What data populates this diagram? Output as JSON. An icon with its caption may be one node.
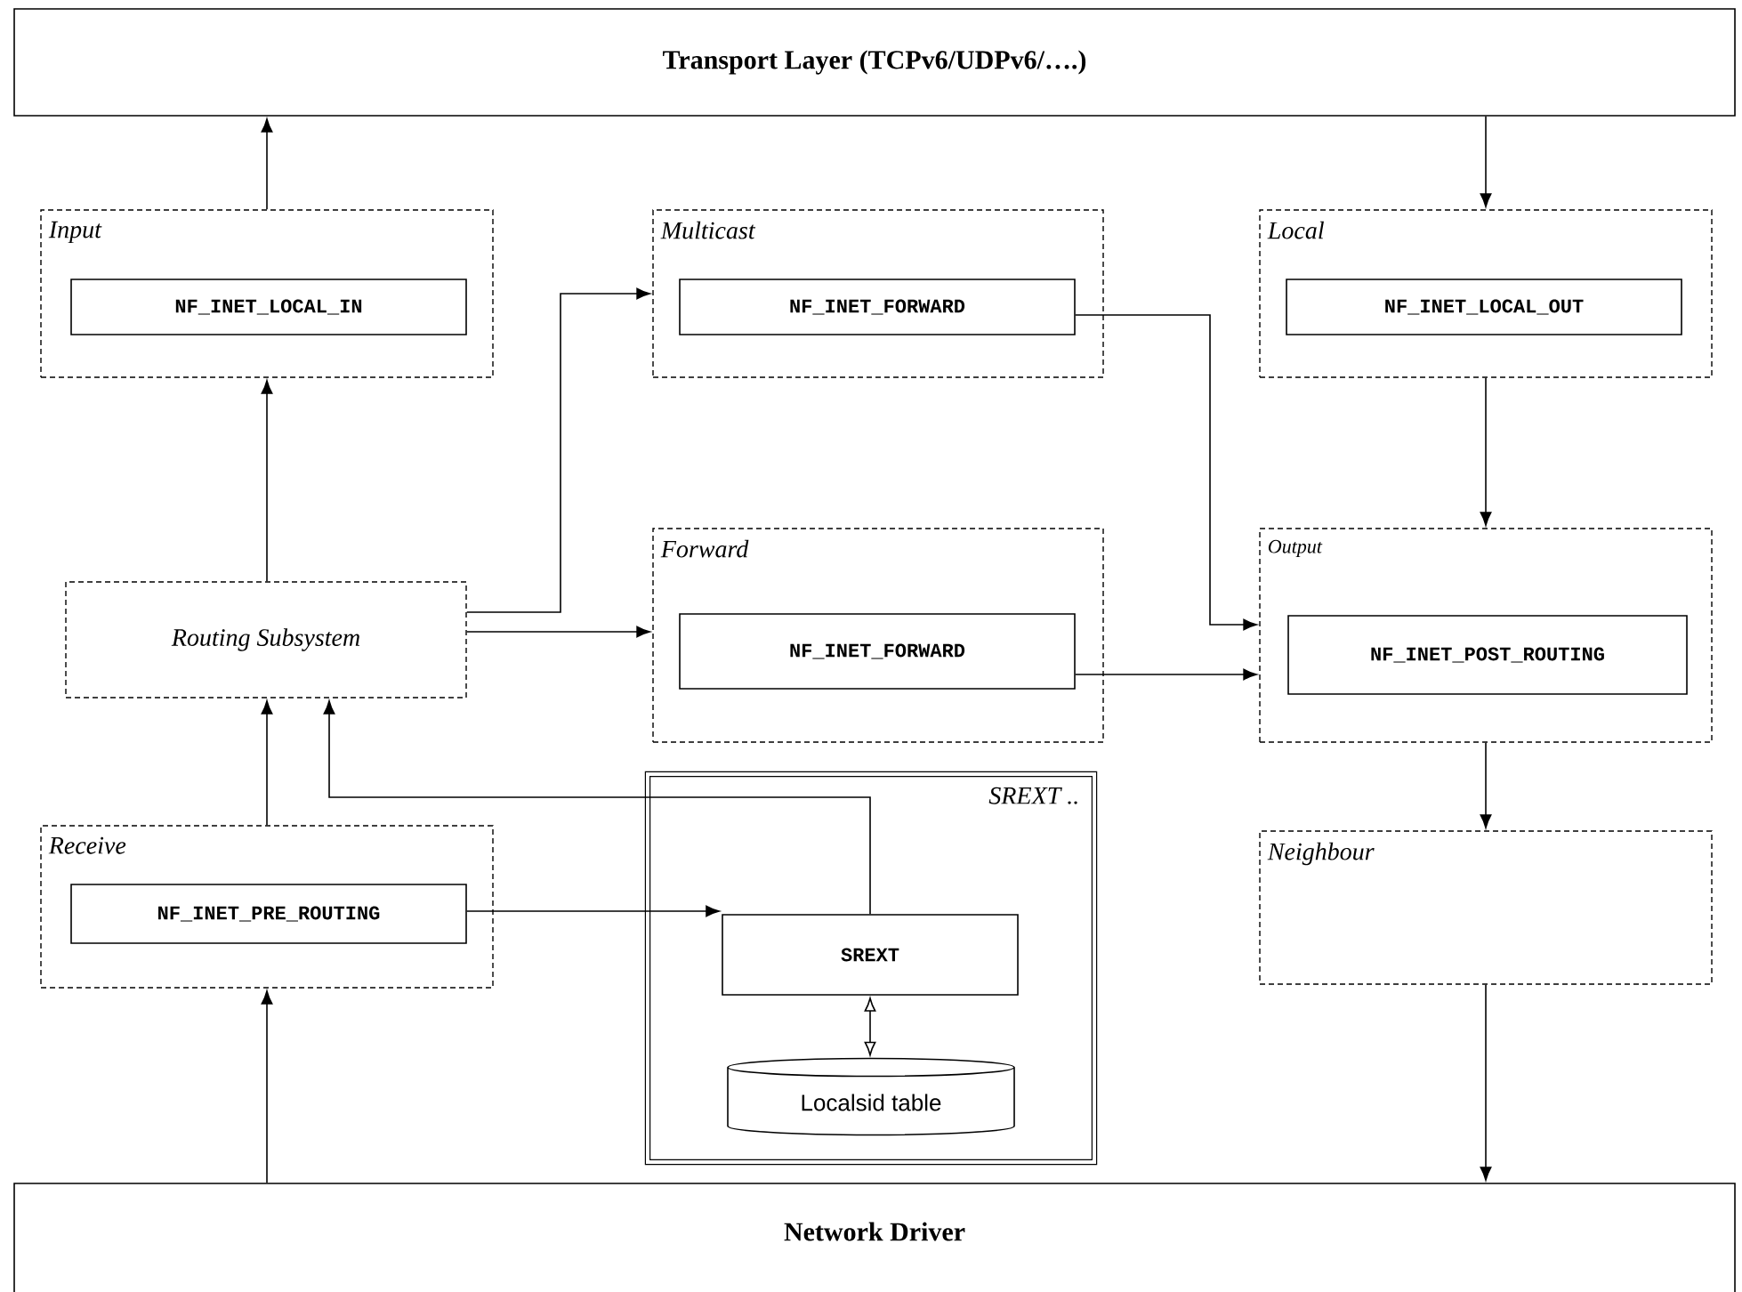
{
  "diagram": {
    "nodes": [
      {
        "text": [
          "Transport Layer (TCPv6/UDPv6/….)"
        ]
      },
      {
        "text": [
          "Input"
        ]
      },
      {
        "text": [
          "NF_INET_LOCAL_IN"
        ],
        "in": 1
      },
      {
        "text": [
          "Multicast"
        ]
      },
      {
        "text": [
          "NF_INET_FORWARD"
        ],
        "in": 3
      },
      {
        "text": [
          "Local"
        ]
      },
      {
        "text": [
          "NF_INET_LOCAL_OUT"
        ],
        "in": 5
      },
      {
        "text": [
          "Routing Subsystem"
        ]
      },
      {
        "text": [
          "Forward"
        ]
      },
      {
        "text": [
          "NF_INET_FORWARD"
        ],
        "in": 8
      },
      {
        "text": [
          "Output"
        ]
      },
      {
        "text": [
          "NF_INET_POST_ROUTING"
        ],
        "in": 10
      },
      {
        "text": [
          "Receive"
        ]
      },
      {
        "text": [
          "NF_INET_PRE_ROUTING"
        ],
        "in": 12
      },
      {
        "text": [
          "SREXT .."
        ]
      },
      {
        "text": [
          "SREXT"
        ],
        "in": 14
      },
      {
        "text": [
          "Localsid table"
        ],
        "in": 14
      },
      {
        "text": [
          "Neighbour"
        ]
      },
      {
        "text": [
          "Network Driver"
        ]
      }
    ],
    "edges": [
      {
        "from": 1,
        "to": 0,
        "arrow": "to"
      },
      {
        "from": 0,
        "to": 5,
        "arrow": "to"
      },
      {
        "from": 7,
        "to": 1,
        "arrow": "to"
      },
      {
        "from": 7,
        "to": 3,
        "arrow": "to"
      },
      {
        "from": 7,
        "to": 8,
        "arrow": "to"
      },
      {
        "from": 4,
        "to": 10,
        "arrow": "to"
      },
      {
        "from": 9,
        "to": 10,
        "arrow": "to"
      },
      {
        "from": 5,
        "to": 10,
        "arrow": "to"
      },
      {
        "from": 10,
        "to": 17,
        "arrow": "to"
      },
      {
        "from": 17,
        "to": 18,
        "arrow": "to"
      },
      {
        "from": 12,
        "to": 7,
        "arrow": "to"
      },
      {
        "from": 18,
        "to": 12,
        "arrow": "to"
      },
      {
        "from": 13,
        "to": 15,
        "arrow": "to"
      },
      {
        "from": 15,
        "to": 7,
        "arrow": "to"
      },
      {
        "from": 15,
        "to": 16,
        "arrow": "both"
      }
    ]
  }
}
